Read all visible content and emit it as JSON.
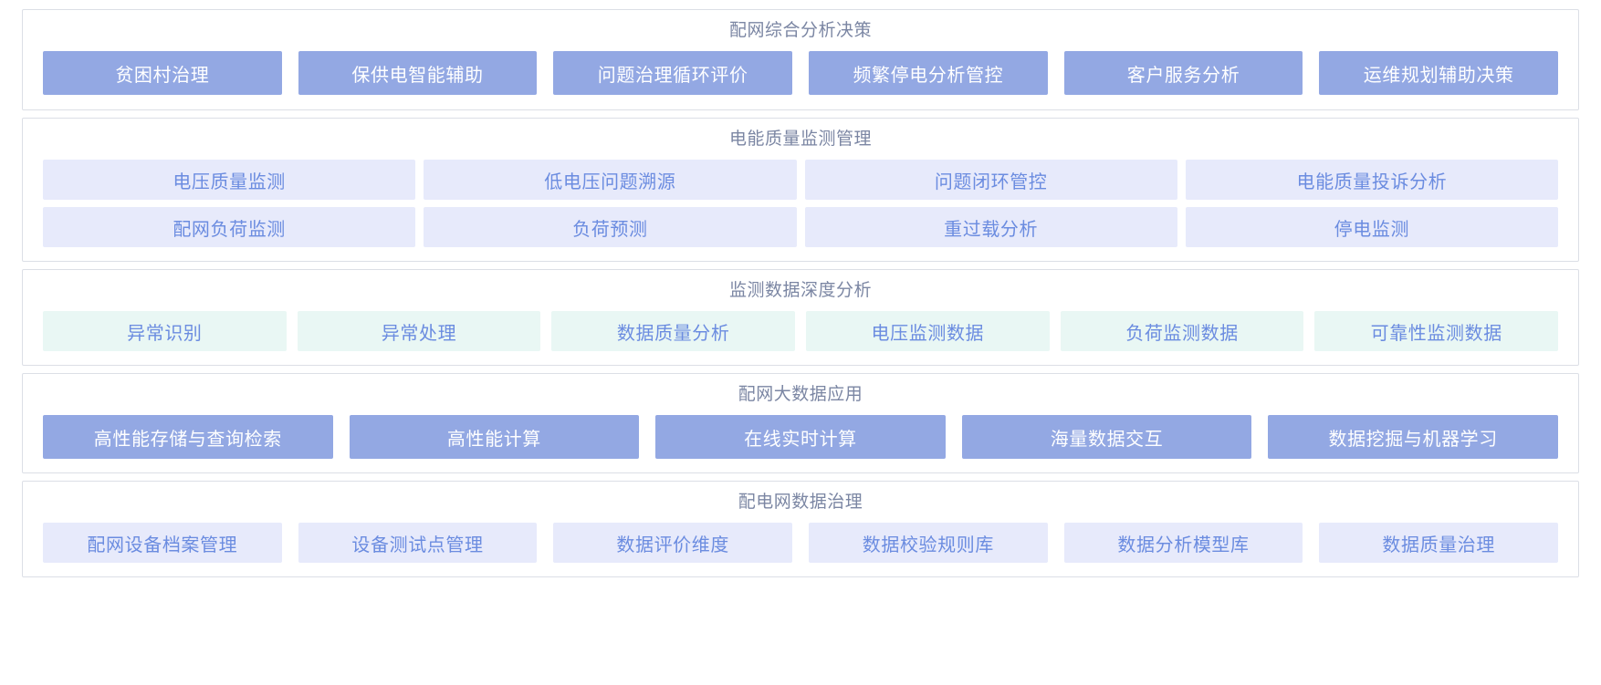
{
  "colors": {
    "panel_border": "#dcdfe6",
    "title_text": "#7b86a3",
    "solid_tile_bg": "#93a8e3",
    "solid_tile_text": "#ffffff",
    "lavender_tile_bg": "#e7eafb",
    "mint_tile_bg": "#e9f7f4",
    "tile_text": "#6b8ce0",
    "page_bg": "#ffffff"
  },
  "sections": [
    {
      "id": "comprehensive-analysis-decision",
      "title": "配网综合分析决策",
      "style": "solid",
      "rows": [
        [
          "贫困村治理",
          "保供电智能辅助",
          "问题治理循环评价",
          "频繁停电分析管控",
          "客户服务分析",
          "运维规划辅助决策"
        ]
      ]
    },
    {
      "id": "power-quality-monitoring-management",
      "title": "电能质量监测管理",
      "style": "lavender",
      "rows": [
        [
          "电压质量监测",
          "低电压问题溯源",
          "问题闭环管控",
          "电能质量投诉分析"
        ],
        [
          "配网负荷监测",
          "负荷预测",
          "重过载分析",
          "停电监测"
        ]
      ]
    },
    {
      "id": "monitoring-data-deep-analysis",
      "title": "监测数据深度分析",
      "style": "mint",
      "rows": [
        [
          "异常识别",
          "异常处理",
          "数据质量分析",
          "电压监测数据",
          "负荷监测数据",
          "可靠性监测数据"
        ]
      ]
    },
    {
      "id": "distribution-big-data-application",
      "title": "配网大数据应用",
      "style": "solid",
      "rows": [
        [
          "高性能存储与查询检索",
          "高性能计算",
          "在线实时计算",
          "海量数据交互",
          "数据挖掘与机器学习"
        ]
      ]
    },
    {
      "id": "distribution-network-data-governance",
      "title": "配电网数据治理",
      "style": "lavender",
      "rows": [
        [
          "配网设备档案管理",
          "设备测试点管理",
          "数据评价维度",
          "数据校验规则库",
          "数据分析模型库",
          "数据质量治理"
        ]
      ]
    }
  ]
}
